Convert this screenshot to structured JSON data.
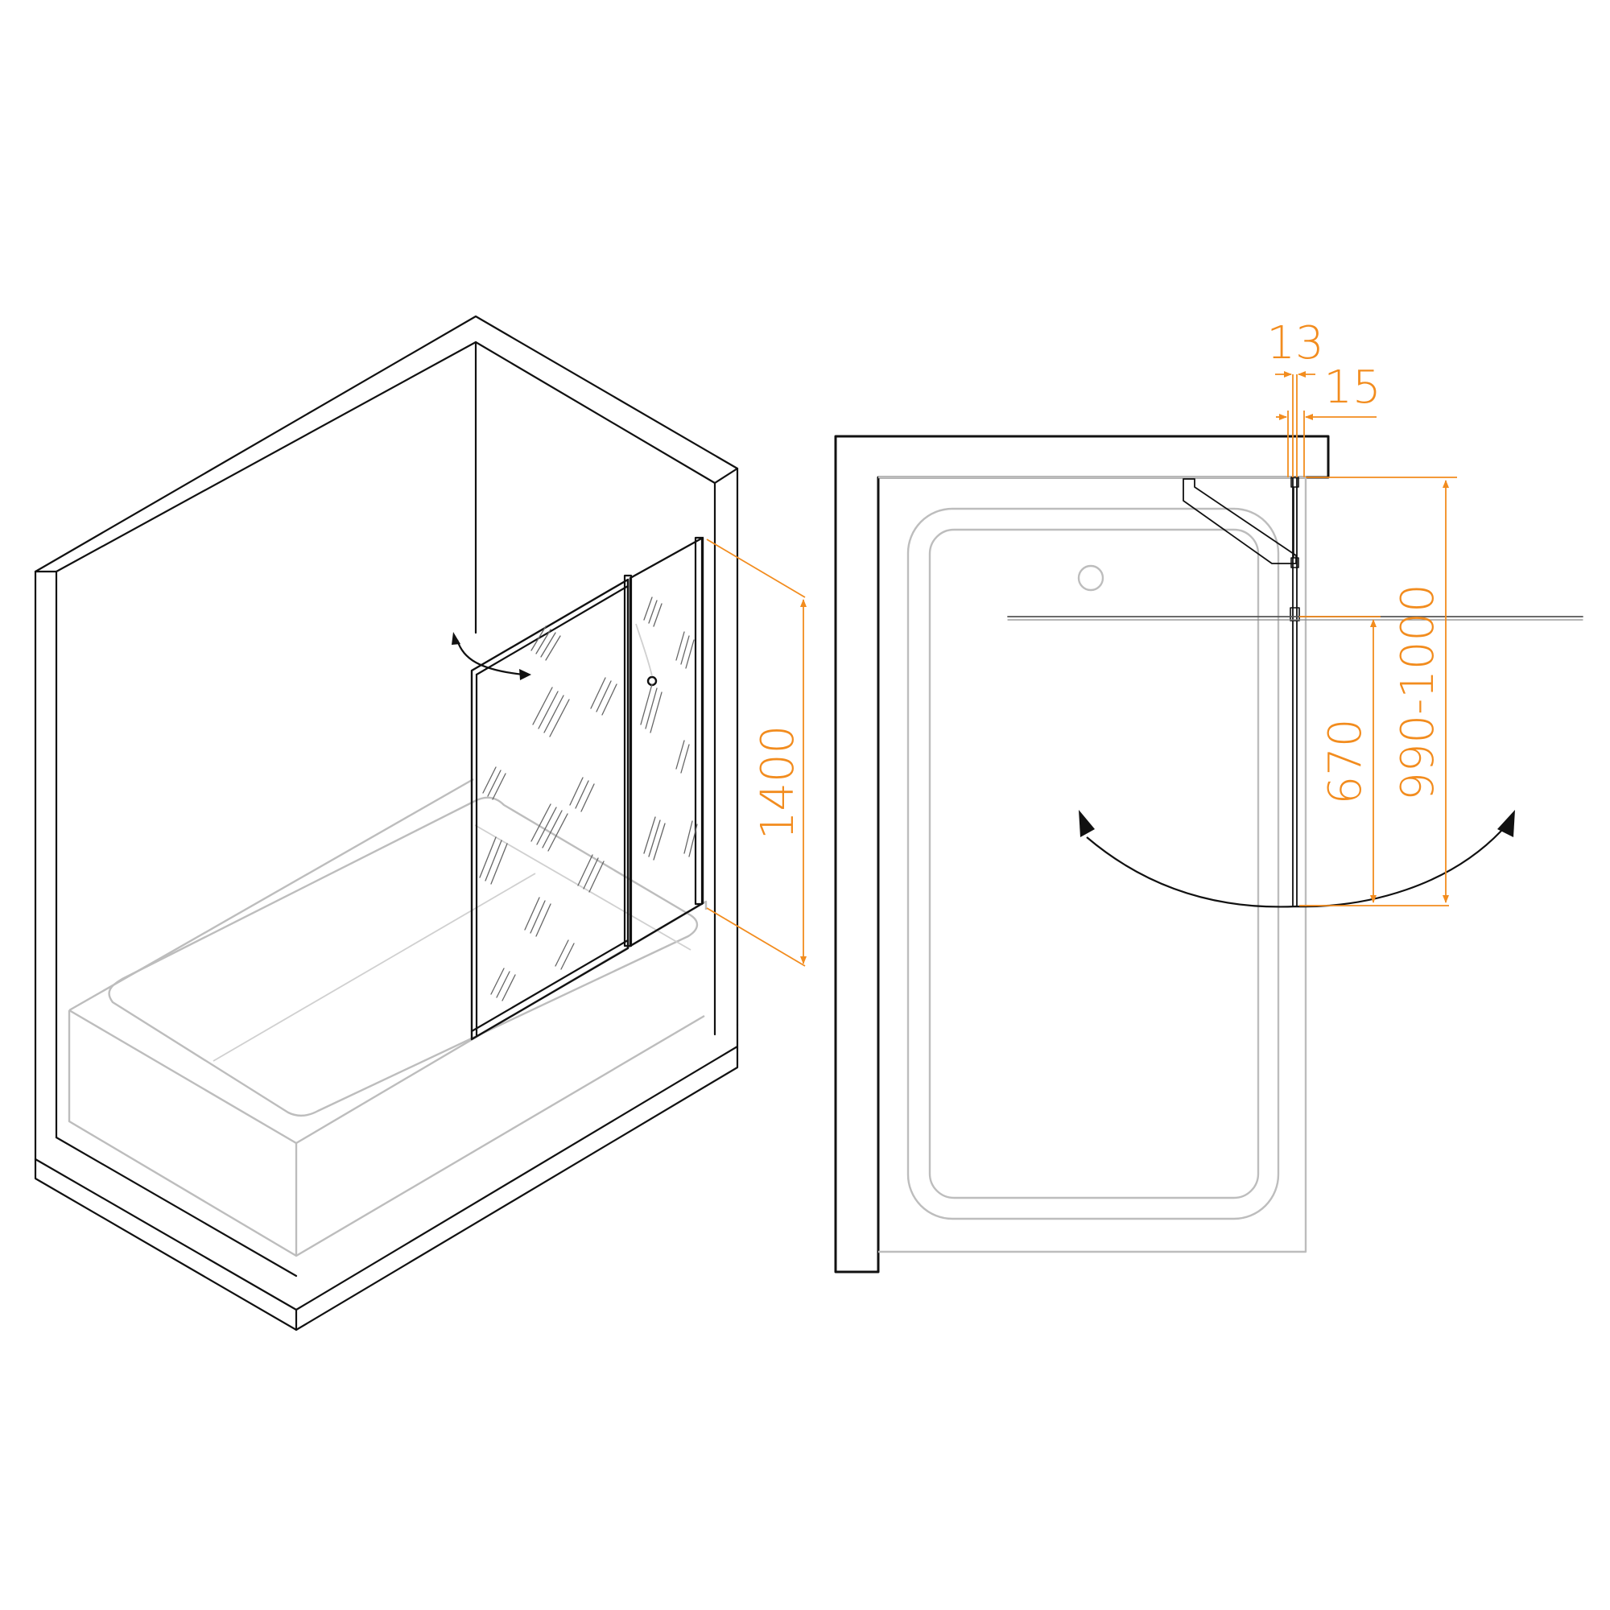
{
  "dimensions": {
    "panel_height": "1400",
    "fixed_gap": "13",
    "wall_gap": "15",
    "fixed_width": "670",
    "total_width": "990-1000"
  },
  "colors": {
    "dimension": "#f28c1e",
    "ink": "#111111",
    "tub": "#bdbdbd"
  }
}
